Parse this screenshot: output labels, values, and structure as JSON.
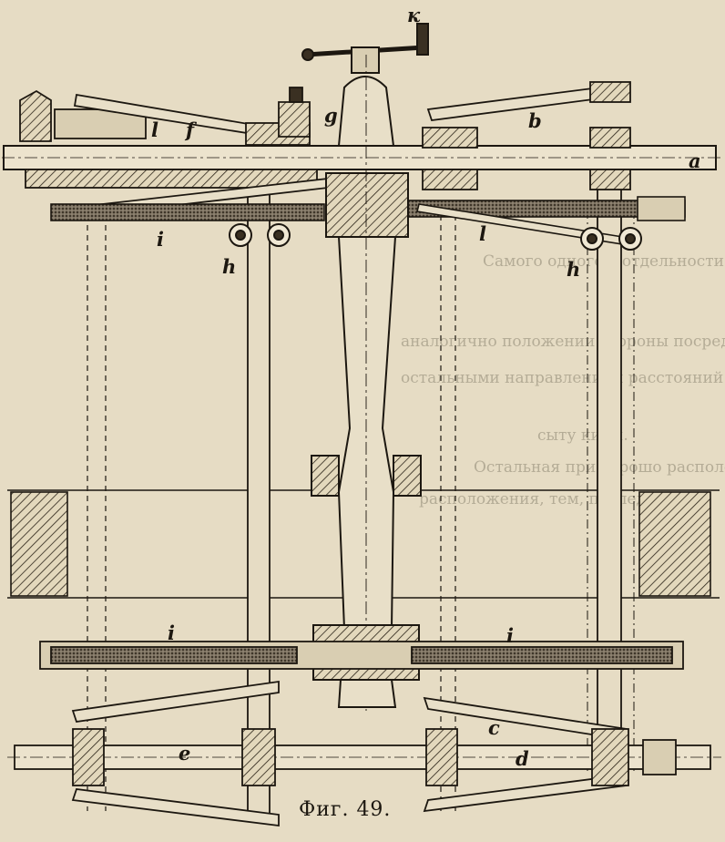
{
  "figure": {
    "caption": "Фиг. 49.",
    "labels": {
      "a": "a",
      "b": "b",
      "c": "c",
      "d": "d",
      "e": "e",
      "f": "f",
      "g": "g",
      "h_left": "h",
      "h_right": "h",
      "i_top_left": "i",
      "i_bottom_left": "i",
      "i_bottom_right": "i",
      "k": "к",
      "l_top": "l",
      "l_mid": "l"
    }
  },
  "bleed_through_text": [
    "Самого одного в отдельности. Улицы",
    "аналогично положении стороны посредст",
    "остальными направлением расстояний жур",
    "сыту кими.",
    "Остальная при хорошо расположенном нако",
    "расположения, тем, последо"
  ],
  "colors": {
    "paper": "#e6dcc4",
    "ink": "#1c1710",
    "metal": "#d9ceb2",
    "shade": "#b7ac92",
    "bleed_through": "#8d8572"
  }
}
